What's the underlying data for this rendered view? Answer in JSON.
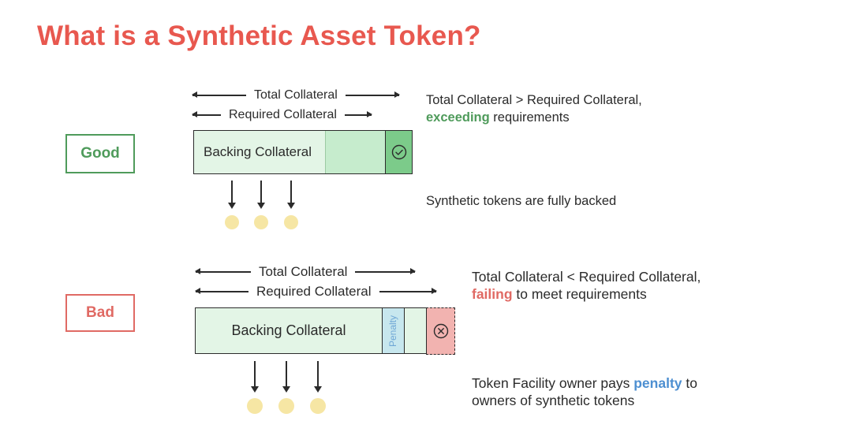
{
  "title": "What is a Synthetic Asset Token?",
  "good": {
    "label": "Good",
    "total_label": "Total Collateral",
    "required_label": "Required Collateral",
    "bar_label": "Backing Collateral",
    "desc_line1": "Total Collateral > Required Collateral,",
    "desc_highlight": "exceeding",
    "desc_line2_rest": " requirements",
    "tokens_desc": "Synthetic tokens are fully backed",
    "status_icon": "check-circle-icon",
    "token_count": 3
  },
  "bad": {
    "label": "Bad",
    "total_label": "Total Collateral",
    "required_label": "Required Collateral",
    "bar_label": "Backing Collateral",
    "penalty_label": "Penalty",
    "desc_line1": "Total Collateral < Required Collateral,",
    "desc_highlight": "failing",
    "desc_line2_rest": " to meet requirements",
    "tokens_desc_pre": "Token Facility owner pays ",
    "tokens_desc_highlight": "penalty",
    "tokens_desc_post": " to",
    "tokens_desc_line2": "owners of synthetic tokens",
    "status_icon": "x-circle-icon",
    "token_count": 3
  },
  "colors": {
    "title": "#e8584f",
    "good": "#4f9b5b",
    "bad": "#e06a64",
    "penalty": "#4d8fd1",
    "token": "#f6e6a4"
  }
}
